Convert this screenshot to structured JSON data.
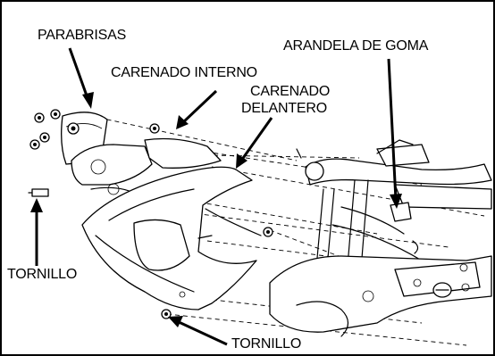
{
  "labels": {
    "parabrisas": "PARABRISAS",
    "carenado_interno": "CARENADO INTERNO",
    "carenado_delantero_1": "CARENADO",
    "carenado_delantero_2": "DELANTERO",
    "arandela": "ARANDELA DE GOMA",
    "tornillo_left": "TORNILLO",
    "tornillo_bottom": "TORNILLO"
  },
  "colors": {
    "ink": "#000000",
    "paper": "#ffffff"
  }
}
